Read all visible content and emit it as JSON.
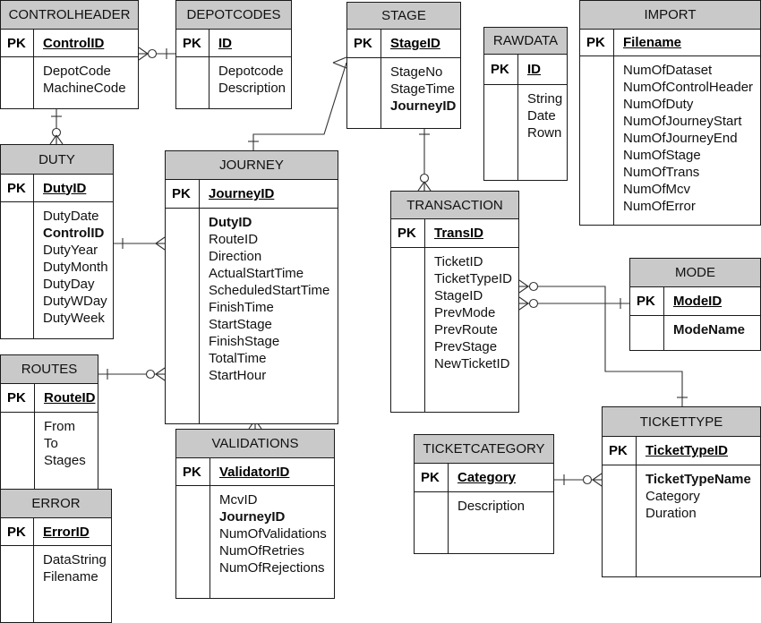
{
  "entities": {
    "controlheader": {
      "title": "CONTROLHEADER",
      "pk_label": "PK",
      "pk": "ControlID",
      "attrs": [
        {
          "t": "DepotCode"
        },
        {
          "t": "MachineCode"
        }
      ]
    },
    "depotcodes": {
      "title": "DEPOTCODES",
      "pk_label": "PK",
      "pk": "ID",
      "attrs": [
        {
          "t": "Depotcode"
        },
        {
          "t": "Description"
        }
      ]
    },
    "stage": {
      "title": "STAGE",
      "pk_label": "PK",
      "pk": "StageID",
      "attrs": [
        {
          "t": "StageNo"
        },
        {
          "t": "StageTime"
        },
        {
          "t": "JourneyID",
          "b": true
        }
      ]
    },
    "rawdata": {
      "title": "RAWDATA",
      "pk_label": "PK",
      "pk": "ID",
      "attrs": [
        {
          "t": "String"
        },
        {
          "t": "Date"
        },
        {
          "t": "Rown"
        }
      ]
    },
    "import": {
      "title": "IMPORT",
      "pk_label": "PK",
      "pk": "Filename",
      "attrs": [
        {
          "t": "NumOfDataset"
        },
        {
          "t": "NumOfControlHeader"
        },
        {
          "t": "NumOfDuty"
        },
        {
          "t": "NumOfJourneyStart"
        },
        {
          "t": "NumOfJourneyEnd"
        },
        {
          "t": "NumOfStage"
        },
        {
          "t": "NumOfTrans"
        },
        {
          "t": "NumOfMcv"
        },
        {
          "t": "NumOfError"
        }
      ]
    },
    "duty": {
      "title": "DUTY",
      "pk_label": "PK",
      "pk": "DutyID",
      "attrs": [
        {
          "t": "DutyDate"
        },
        {
          "t": "ControlID",
          "b": true
        },
        {
          "t": "DutyYear"
        },
        {
          "t": "DutyMonth"
        },
        {
          "t": "DutyDay"
        },
        {
          "t": "DutyWDay"
        },
        {
          "t": "DutyWeek"
        }
      ]
    },
    "journey": {
      "title": "JOURNEY",
      "pk_label": "PK",
      "pk": "JourneyID",
      "attrs": [
        {
          "t": "DutyID",
          "b": true
        },
        {
          "t": "RouteID"
        },
        {
          "t": "Direction"
        },
        {
          "t": "ActualStartTime"
        },
        {
          "t": "ScheduledStartTime"
        },
        {
          "t": "FinishTime"
        },
        {
          "t": "StartStage"
        },
        {
          "t": "FinishStage"
        },
        {
          "t": "TotalTime"
        },
        {
          "t": "StartHour"
        }
      ]
    },
    "transaction": {
      "title": "TRANSACTION",
      "pk_label": "PK",
      "pk": "TransID",
      "attrs": [
        {
          "t": "TicketID"
        },
        {
          "t": "TicketTypeID"
        },
        {
          "t": "StageID"
        },
        {
          "t": "PrevMode"
        },
        {
          "t": "PrevRoute"
        },
        {
          "t": "PrevStage"
        },
        {
          "t": "NewTicketID"
        }
      ]
    },
    "mode": {
      "title": "MODE",
      "pk_label": "PK",
      "pk": "ModeID",
      "attrs": [
        {
          "t": "ModeName",
          "b": true
        }
      ]
    },
    "routes": {
      "title": "ROUTES",
      "pk_label": "PK",
      "pk": "RouteID",
      "attrs": [
        {
          "t": "From"
        },
        {
          "t": "To"
        },
        {
          "t": "Stages"
        }
      ]
    },
    "validations": {
      "title": "VALIDATIONS",
      "pk_label": "PK",
      "pk": "ValidatorID",
      "attrs": [
        {
          "t": "McvID"
        },
        {
          "t": "JourneyID",
          "b": true
        },
        {
          "t": "NumOfValidations"
        },
        {
          "t": "NumOfRetries"
        },
        {
          "t": "NumOfRejections"
        }
      ]
    },
    "ticketcategory": {
      "title": "TICKETCATEGORY",
      "pk_label": "PK",
      "pk": "Category",
      "attrs": [
        {
          "t": "Description"
        }
      ]
    },
    "tickettype": {
      "title": "TICKETTYPE",
      "pk_label": "PK",
      "pk": "TicketTypeID",
      "attrs": [
        {
          "t": "TicketTypeName",
          "b": true
        },
        {
          "t": "Category"
        },
        {
          "t": "Duration"
        }
      ]
    },
    "error": {
      "title": "ERROR",
      "pk_label": "PK",
      "pk": "ErrorID",
      "attrs": [
        {
          "t": "DataString"
        },
        {
          "t": "Filename"
        }
      ]
    }
  },
  "relationships": [
    {
      "from": "controlheader",
      "to": "depotcodes",
      "from_end": "zero-or-many",
      "to_end": "one"
    },
    {
      "from": "controlheader",
      "to": "duty",
      "from_end": "one",
      "to_end": "zero-or-many"
    },
    {
      "from": "duty",
      "to": "journey",
      "from_end": "one",
      "to_end": "many"
    },
    {
      "from": "journey",
      "to": "stage",
      "from_end": "one",
      "to_end": "many"
    },
    {
      "from": "stage",
      "to": "transaction",
      "from_end": "one",
      "to_end": "zero-or-many"
    },
    {
      "from": "routes",
      "to": "journey",
      "from_end": "one",
      "to_end": "zero-or-many"
    },
    {
      "from": "journey",
      "to": "validations",
      "from_end": "one",
      "to_end": "zero-or-many"
    },
    {
      "from": "transaction",
      "to": "mode",
      "from_end": "zero-or-many",
      "to_end": "one"
    },
    {
      "from": "transaction",
      "to": "tickettype",
      "from_end": "zero-or-many",
      "to_end": "one"
    },
    {
      "from": "ticketcategory",
      "to": "tickettype",
      "from_end": "one",
      "to_end": "zero-or-many"
    }
  ]
}
